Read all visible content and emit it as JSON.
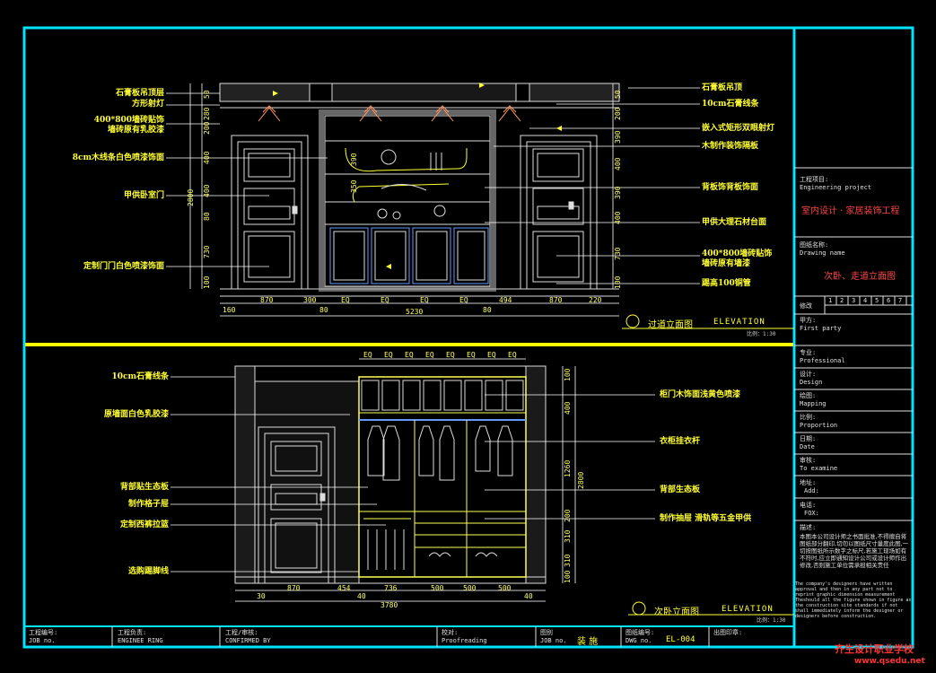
{
  "colors": {
    "frame": "#00e5ff",
    "divider": "#ffff00",
    "label": "#ffff33",
    "line": "#dddddd",
    "watermark": "#ff3333"
  },
  "elevation_top": {
    "title_cn": "过道立面图",
    "title_en": "ELEVATION",
    "scale": "比例：1:30",
    "labels_left": [
      "石膏板吊顶层",
      "方形射灯",
      "400*800墙砖贴饰",
      "墙砖原有乳胶漆",
      "8cm木线条白色喷漆饰面",
      "甲供卧室门",
      "定制门门白色喷漆饰面"
    ],
    "labels_right": [
      "石膏板吊顶",
      "10cm石膏线条",
      "嵌入式矩形双眼射灯",
      "木制作装饰隔板",
      "背板饰背板饰面",
      "甲供大理石材台面",
      "400*800墙砖贴饰",
      "墙砖原有墙漆",
      "踢高100铜管"
    ],
    "dims_bottom": [
      "160",
      "870",
      "300",
      "80",
      "EQ",
      "EQ",
      "EQ",
      "EQ",
      "494",
      "870",
      "220"
    ],
    "dim_total": "5230",
    "dim_total_side": "80",
    "dims_left": [
      "50",
      "280",
      "200",
      "400",
      "400",
      "80",
      "730",
      "100"
    ],
    "dim_left_total": "2800",
    "dims_center": [
      "390",
      "350"
    ],
    "dims_right": [
      "50",
      "200",
      "390",
      "400",
      "390",
      "400",
      "730",
      "100"
    ]
  },
  "elevation_bottom": {
    "title_cn": "次卧立面图",
    "title_en": "ELEVATION",
    "scale": "比例：1:30",
    "labels_left": [
      "10cm石膏线条",
      "原墙面白色乳胶漆",
      "背部贴生态板",
      "制作格子屉",
      "定制西裤拉篮",
      "选购踢脚线"
    ],
    "labels_right": [
      "柜门木饰面浅黄色喷漆",
      "衣柜挂衣杆",
      "背部生态板",
      "制作抽屉 滑轨等五金甲供"
    ],
    "dims_top": [
      "EQ",
      "EQ",
      "EQ",
      "EQ",
      "EQ",
      "EQ",
      "EQ",
      "EQ"
    ],
    "dims_bottom": [
      "30",
      "870",
      "454",
      "736",
      "500",
      "500",
      "500",
      "40"
    ],
    "dim_bottom_extra": "40",
    "dim_total": "3780",
    "dims_right": [
      "100",
      "400",
      "1260",
      "200",
      "310",
      "310",
      "100"
    ],
    "dim_right_total": "2800"
  },
  "title_block": {
    "project_label_cn": "工程项目:",
    "project_label_en": "Engineering project",
    "project_name": "室内设计 · 家居装饰工程",
    "drawing_label_cn": "图纸名称:",
    "drawing_label_en": "Drawing name",
    "drawing_name": "次卧、走道立面图",
    "revision_label": "修改",
    "revision_cells": [
      "1",
      "2",
      "3",
      "4",
      "5",
      "6",
      "7"
    ],
    "fields": [
      {
        "cn": "甲方:",
        "en": "First party"
      },
      {
        "cn": "专业:",
        "en": "Professional"
      },
      {
        "cn": "设计:",
        "en": "Design"
      },
      {
        "cn": "绘图:",
        "en": "Mapping"
      },
      {
        "cn": "比例:",
        "en": "Proportion"
      },
      {
        "cn": "日期:",
        "en": "Date"
      },
      {
        "cn": "审核:",
        "en": "To examine"
      },
      {
        "cn": "地址:",
        "en": "Add:"
      },
      {
        "cn": "电话:",
        "en": "FOX:"
      }
    ],
    "notes_title": "描述:",
    "notes_cn": "本图本公司设计师之书面批准,不得擅自将图纸部分翻印,切勿以图纸尺寸量度此图,一切按图纸所示数字之标尺,若施工现场如有不符时,应立即通知设计公司或设计师作出修改,否则施工单位需承担相关责任",
    "notes_en": "The company's designers have written approval and then in any part not to reprint graphic dimension measurement Theshould all the figure shown in figure as the construction site standards if not shall immediately inform the designer or designers before construction."
  },
  "bottom_bar": {
    "cells": [
      {
        "cn": "工程编号:",
        "en": "JOB no."
      },
      {
        "cn": "工程负责:",
        "en": "ENGINEE RING"
      },
      {
        "cn": "工程/审核:",
        "en": "CONFIRMED BY"
      },
      {
        "cn": "校对:",
        "en": "Proofreading"
      },
      {
        "cn": "图别",
        "en": "JOB no."
      },
      {
        "cn": "图纸编号:",
        "en": "DWG no."
      },
      {
        "cn": "出图印章:",
        "en": ""
      }
    ],
    "job_type": "装 施",
    "dwg_no": "EL-004"
  },
  "watermark": {
    "title": "齐生设计职业学校",
    "url": "www.qsedu.net"
  }
}
